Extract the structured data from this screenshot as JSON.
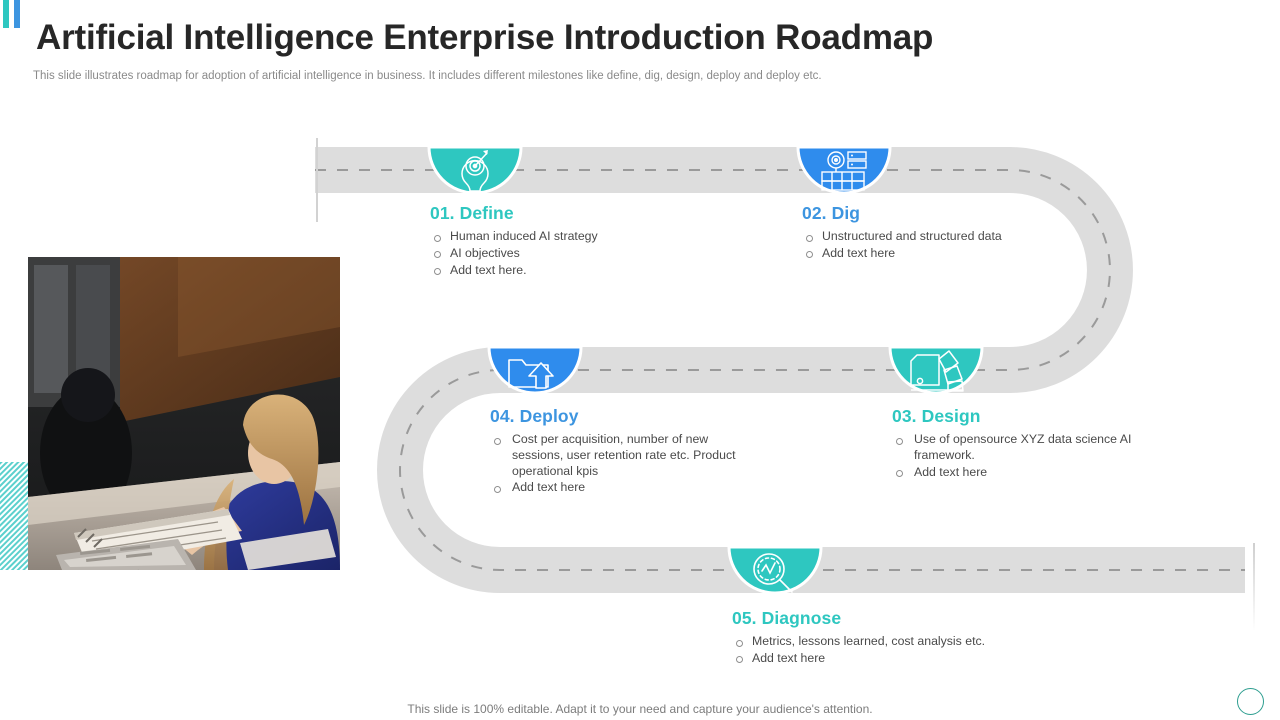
{
  "header": {
    "title": "Artificial Intelligence Enterprise Introduction Roadmap",
    "subtitle": "This slide illustrates roadmap for adoption of artificial intelligence in business. It includes different milestones like define, dig, design, deploy and deploy etc."
  },
  "colors": {
    "teal": "#2ec7c0",
    "blue": "#3d95e0",
    "road": "#dddddd",
    "dash": "#9a9a9a",
    "title_text": "#272727",
    "body_text": "#4a4a4a",
    "subtitle_text": "#8a8a8a"
  },
  "accent_bars": [
    {
      "name": "accent-bar-teal",
      "color": "#2ec7c0"
    },
    {
      "name": "accent-bar-blue",
      "color": "#3d95e0"
    }
  ],
  "milestones": [
    {
      "id": "define",
      "number": "01.",
      "name": "Define",
      "title": "01. Define",
      "color": "teal",
      "icon": "lightbulb-target-icon",
      "bullets": [
        "Human induced AI strategy",
        "AI objectives",
        "Add text here."
      ]
    },
    {
      "id": "dig",
      "number": "02.",
      "name": "Dig",
      "title": "02. Dig",
      "color": "blue",
      "icon": "database-server-icon",
      "bullets": [
        "Unstructured and structured data",
        "Add text here"
      ]
    },
    {
      "id": "design",
      "number": "03.",
      "name": "Design",
      "title": "03. Design",
      "color": "teal",
      "icon": "color-palette-icon",
      "bullets": [
        "Use of opensource XYZ data science AI framework.",
        "Add text here"
      ]
    },
    {
      "id": "deploy",
      "number": "04.",
      "name": "Deploy",
      "title": "04. Deploy",
      "color": "blue",
      "icon": "folder-upload-icon",
      "bullets": [
        "Cost per acquisition, number of new sessions, user retention rate etc. Product operational kpis",
        "Add text here"
      ]
    },
    {
      "id": "diagnose",
      "number": "05.",
      "name": "Diagnose",
      "title": "05. Diagnose",
      "color": "teal",
      "icon": "magnifier-analytics-icon",
      "bullets": [
        "Metrics, lessons learned, cost analysis etc.",
        "Add text here"
      ]
    }
  ],
  "footer": {
    "note": "This slide is 100% editable. Adapt it to your need and capture your audience's attention."
  },
  "decorations": {
    "hatch": "diagonal-hatch-pattern",
    "circle": "outline-circle",
    "line": "vertical-line"
  },
  "photo": {
    "alt": "business-meeting-photo"
  }
}
